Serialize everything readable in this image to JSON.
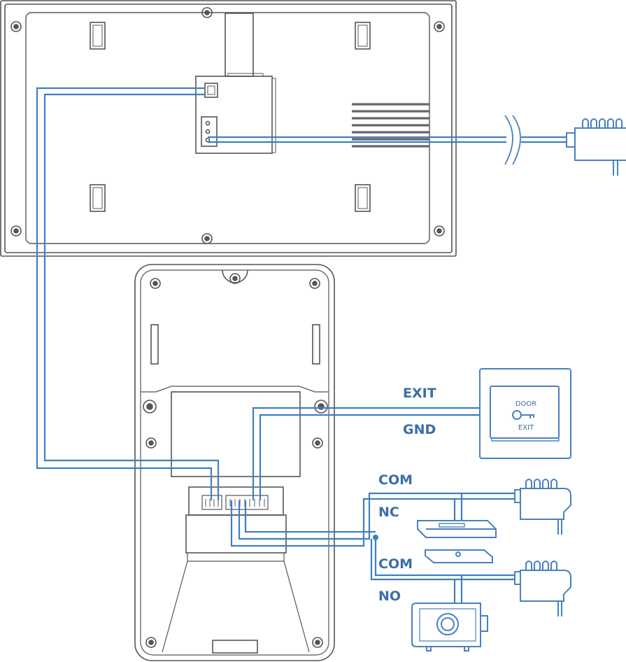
{
  "labels": {
    "exit": "EXIT",
    "gnd": "GND",
    "com1": "COM",
    "nc": "NC",
    "com2": "COM",
    "no": "NO"
  },
  "exit_button": {
    "line1": "DOOR",
    "line2": "EXIT"
  },
  "colors": {
    "wire": "#3f7fbf",
    "device": "#555555",
    "accessory": "#4a80c0",
    "label": "#3a6fa8"
  },
  "icons": [
    "power-adapter-icon",
    "magnetic-lock-icon",
    "electric-bolt-lock-icon",
    "key-icon"
  ]
}
